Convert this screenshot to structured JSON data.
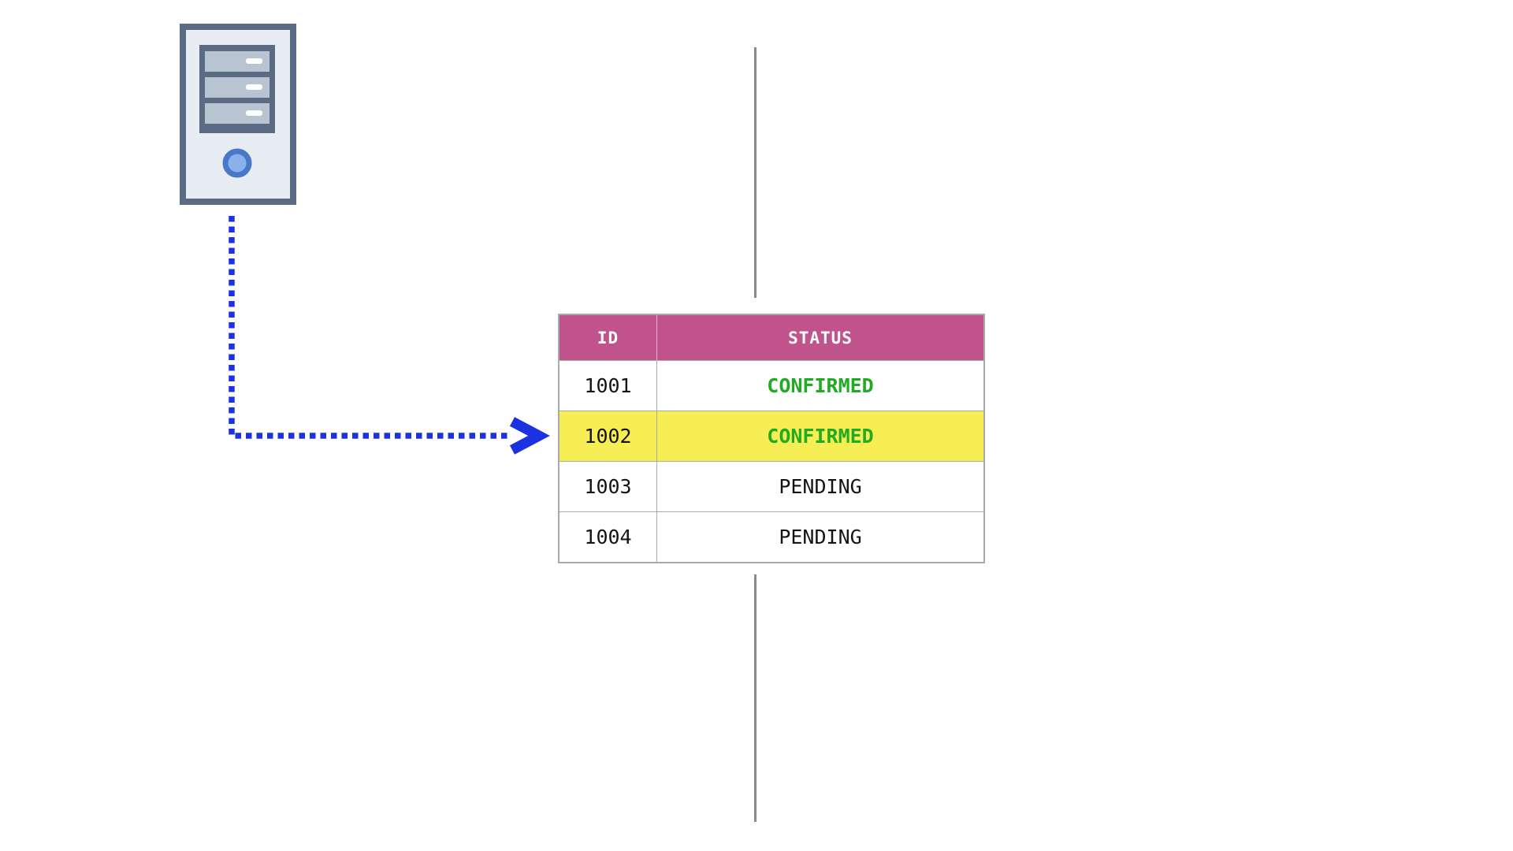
{
  "colors": {
    "header-bg": "#c0538c",
    "header-text": "#ffffff",
    "highlight-bg": "#f7ee55",
    "confirmed-green": "#22ab22",
    "pending-text": "#141414",
    "arrow-blue": "#1c31e0",
    "timeline-gray": "#8a8a8a",
    "table-border": "#a9a9a9",
    "server-frame": "#5b6b84",
    "server-body": "#e8edf3",
    "server-bay": "#b9c4d3",
    "server-dash": "#ffffff",
    "button-fill": "#8ab1ec",
    "button-border": "#4a78c8"
  },
  "icons": {
    "server": "server-icon",
    "arrow": "dotted-arrow-icon"
  },
  "arrow": {
    "style": "dotted",
    "from": "server-icon",
    "points_to_row_id": "1002"
  },
  "table": {
    "headers": [
      "ID",
      "STATUS"
    ],
    "rows": [
      {
        "id": "1001",
        "status": "CONFIRMED",
        "highlighted": false
      },
      {
        "id": "1002",
        "status": "CONFIRMED",
        "highlighted": true
      },
      {
        "id": "1003",
        "status": "PENDING",
        "highlighted": false
      },
      {
        "id": "1004",
        "status": "PENDING",
        "highlighted": false
      }
    ]
  }
}
